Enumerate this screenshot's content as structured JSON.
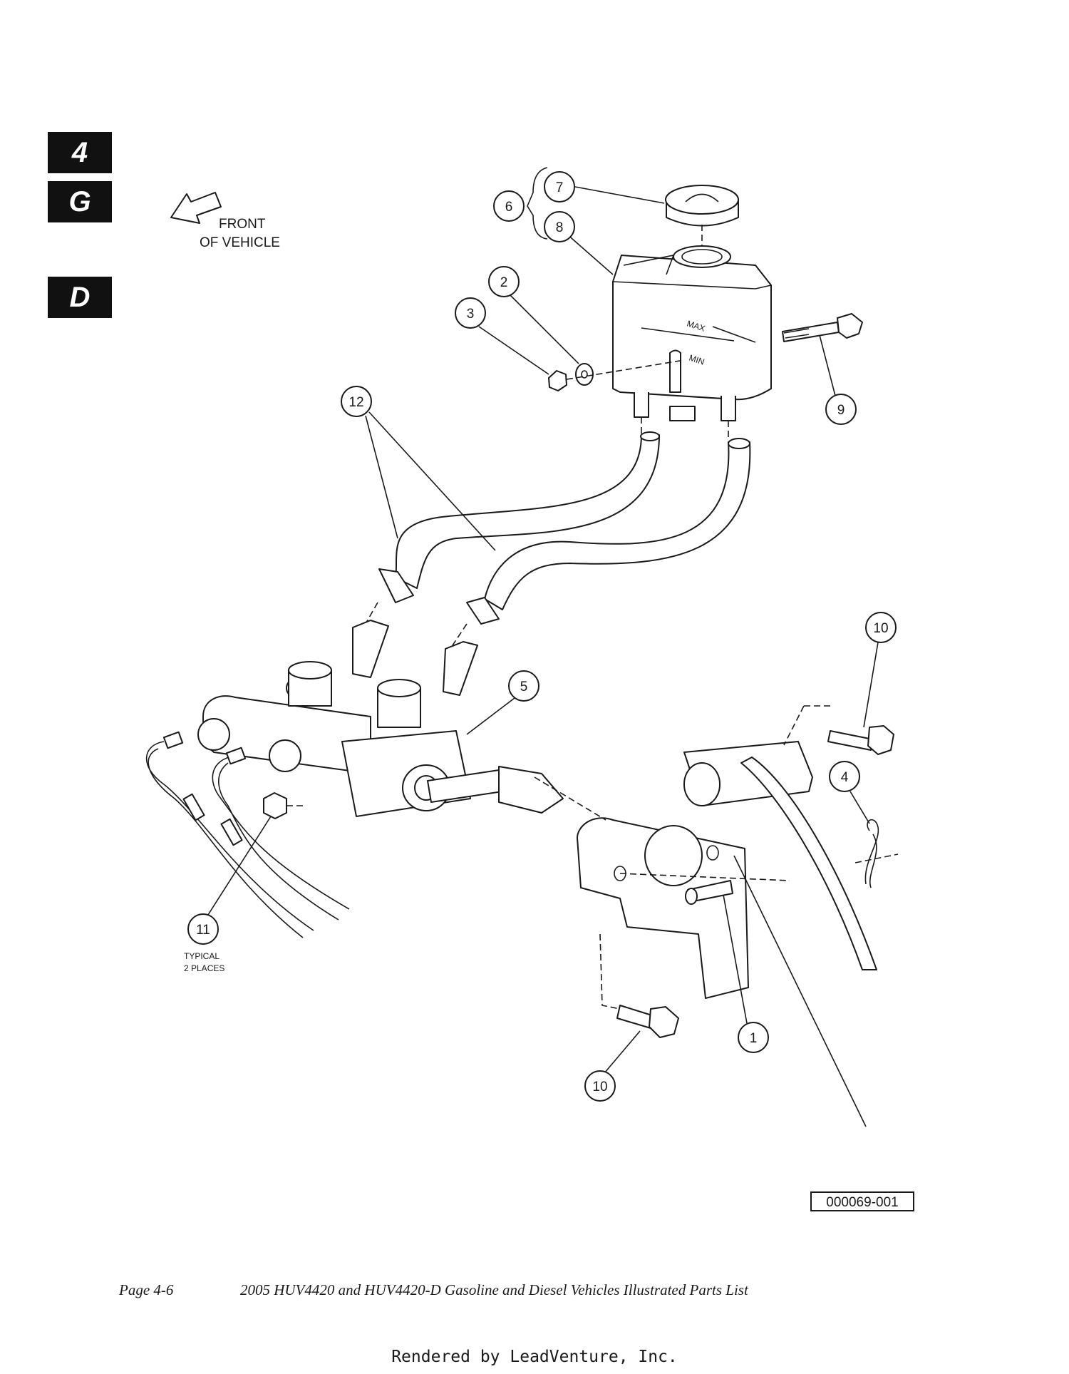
{
  "section_tabs": [
    "4",
    "G",
    "D"
  ],
  "front_label": {
    "line1": "FRONT",
    "line2": "OF VEHICLE"
  },
  "reservoir_labels": {
    "max": "MAX",
    "min": "MIN"
  },
  "callouts": [
    {
      "id": "c1",
      "label": "1"
    },
    {
      "id": "c2",
      "label": "2"
    },
    {
      "id": "c3",
      "label": "3"
    },
    {
      "id": "c4",
      "label": "4"
    },
    {
      "id": "c5",
      "label": "5"
    },
    {
      "id": "c6",
      "label": "6"
    },
    {
      "id": "c7",
      "label": "7"
    },
    {
      "id": "c8",
      "label": "8"
    },
    {
      "id": "c9",
      "label": "9"
    },
    {
      "id": "c10a",
      "label": "10"
    },
    {
      "id": "c10b",
      "label": "10"
    },
    {
      "id": "c11",
      "label": "11"
    },
    {
      "id": "c12",
      "label": "12"
    }
  ],
  "note": {
    "line1": "TYPICAL",
    "line2": "2 PLACES"
  },
  "figure_number": "000069-001",
  "footer": {
    "page": "Page 4-6",
    "title": "2005 HUV4420 and HUV4420-D Gasoline and Diesel Vehicles Illustrated Parts List"
  },
  "rendered_by": "Rendered by LeadVenture, Inc."
}
